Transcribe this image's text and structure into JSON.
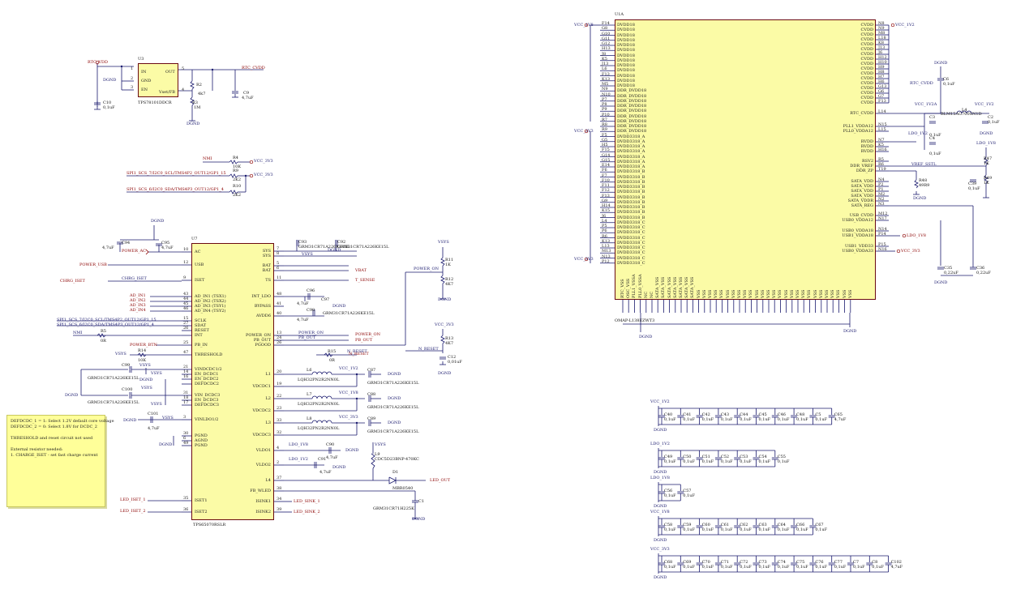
{
  "u3": {
    "ref": "U3",
    "part": "TPS78101DDCR",
    "pin_in": "IN",
    "pin_gnd": "GND",
    "pin_en": "EN",
    "pin_out": "OUT",
    "pin_vset": "Vset/FB",
    "pin_n1": "1",
    "pin_n2": "2",
    "pin_n3": "3",
    "pin_n4": "4",
    "pin_n5": "5",
    "net_rtc_vdd": "RTC_VDD",
    "net_rtc_cvdd": "RTC_CVDD",
    "dgnd": "DGND",
    "r2": "R2",
    "r2v": "4k7",
    "r3": "R3",
    "r3v": "1M",
    "c9": "C9",
    "c9v": "4,7uF",
    "c10": "C10",
    "c10v": "0,1uF"
  },
  "pullups": {
    "nmi": "NMI",
    "r4": "R4",
    "r4v": "10K",
    "vcc": "VCC_3V3",
    "scl": "SPI1_SCS_7/I2C0_SCL/TMS4P2_OUT12/GP1_15",
    "r9": "R9",
    "r9v": "2K2",
    "sda": "SPI1_SCS_6/I2C0_SDA/TMS4P3_OUT12/GP1_4",
    "r10": "R10",
    "r10v": "2K2"
  },
  "u7": {
    "ref": "U7",
    "part": "TPS65070RSLR",
    "left_pins": [
      {
        "n": "10",
        "l": "AC"
      },
      {
        "n": "12",
        "l": "USB"
      },
      {
        "n": "9",
        "l": "ISET"
      },
      {
        "n": "43",
        "l": "AD_IN1 (TSX1)"
      },
      {
        "n": "44",
        "l": "AD_IN2 (TSX2)"
      },
      {
        "n": "45",
        "l": "AD_IN3 (TSY1)"
      },
      {
        "n": "46",
        "l": "AD_IN4 (TSY2)"
      },
      {
        "n": "15",
        "l": "SCLK"
      },
      {
        "n": "27",
        "l": "SDAT"
      },
      {
        "n": "26",
        "l": "RESET"
      },
      {
        "n": "",
        "l": "INT"
      },
      {
        "n": "25",
        "l": "PB_IN"
      },
      {
        "n": "47",
        "l": "THRESHOLD"
      },
      {
        "n": "21",
        "l": "VINDCDC1/2"
      },
      {
        "n": "14",
        "l": "EN_DCDC1"
      },
      {
        "n": "16",
        "l": "EN_DCDC2"
      },
      {
        "n": "",
        "l": "DEFDCDC2"
      },
      {
        "n": "31",
        "l": "VIN_DCDC3"
      },
      {
        "n": "18",
        "l": "EN_DCDC3"
      },
      {
        "n": "17",
        "l": "DEFDCDC3"
      },
      {
        "n": "3",
        "l": "VINLDO1/2"
      },
      {
        "n": "30",
        "l": "PGND"
      },
      {
        "n": "6",
        "l": "AGND"
      },
      {
        "n": "49",
        "l": "PGND"
      },
      {
        "n": "35",
        "l": "ISET1"
      },
      {
        "n": "36",
        "l": "ISET2"
      }
    ],
    "right_pins": [
      {
        "n": "7",
        "l": "SYS"
      },
      {
        "n": "8",
        "l": "SYS"
      },
      {
        "n": "5",
        "l": "BAT"
      },
      {
        "n": "6",
        "l": "BAT"
      },
      {
        "n": "11",
        "l": "TS"
      },
      {
        "n": "48",
        "l": "INT_LDO"
      },
      {
        "n": "41",
        "l": "BYPASS"
      },
      {
        "n": "40",
        "l": "AVDD6"
      },
      {
        "n": "13",
        "l": "POWER_ON"
      },
      {
        "n": "24",
        "l": "PB_OUT"
      },
      {
        "n": "26",
        "l": "PGOOD"
      },
      {
        "n": "20",
        "l": "L1"
      },
      {
        "n": "19",
        "l": "VDCDC1"
      },
      {
        "n": "22",
        "l": "L2"
      },
      {
        "n": "23",
        "l": "VDCDC2"
      },
      {
        "n": "33",
        "l": "L3"
      },
      {
        "n": "32",
        "l": "VDCDC3"
      },
      {
        "n": "4",
        "l": "VLDO1"
      },
      {
        "n": "2",
        "l": "VLDO2"
      },
      {
        "n": "37",
        "l": "L4"
      },
      {
        "n": "38",
        "l": "FB_WLED"
      },
      {
        "n": "34",
        "l": "ISINK1"
      },
      {
        "n": "39",
        "l": "ISINK2"
      }
    ],
    "nets_left": [
      "POWER_AC",
      "POWER_USB",
      "CHRG_ISET",
      "AD_IN1",
      "AD_IN2",
      "AD_IN3",
      "AD_IN4",
      "NMI",
      "POWER_BTN",
      "VSYS",
      "LED_ISET_1",
      "LED_ISET_2"
    ],
    "nets_right": [
      "VSYS",
      "VBAT",
      "T_SENSE",
      "POWER_ON",
      "PB_OUT",
      "N_RESET",
      "VCC_1V2",
      "VCC_1V8",
      "VCC_3V3",
      "LDO_1V8",
      "LDO_1V2",
      "LED_OUT",
      "LED_SINK_1",
      "LED_SINK_2",
      "VSYS"
    ],
    "chrg_iset_label": "CHRG_ISET",
    "scl_label": "SPI1_SCS_7/I2C0_SCL/TMS4P2_OUT12/GP1_15",
    "sda_label": "SPI1_SCS_6/I2C0_SDA/TMS4P3_OUT12/GP1_4",
    "parts": {
      "c94": "C94",
      "c94v": "4,7uF",
      "c95": "C95",
      "c95v": "4,7uF",
      "c93": "C93",
      "c92": "C92",
      "grm": "GRM31CR71A226KE15L",
      "c96": "C96",
      "c96v": "4,7uF",
      "c97": "C97",
      "c98": "C98",
      "c98v": "4,7uF",
      "r5": "R5",
      "r5v": "0R",
      "r14": "R14",
      "r14v": "10K",
      "c99": "C99",
      "c100": "C100",
      "c101": "C101",
      "c101v": "4,7uF",
      "r11": "R11",
      "r11v": "1K",
      "r12": "R12",
      "r12v": "4K7",
      "r13": "R13",
      "r13v": "4K7",
      "r15": "R15",
      "r15v": "0R",
      "c12": "C12",
      "c12v": "0,01uF",
      "l6": "L6",
      "l7": "L7",
      "l8": "L8",
      "lpart": "LQH32PN2R2NN0L",
      "c87": "C87",
      "c88": "C88",
      "c89": "C89",
      "c90": "C90",
      "c90v": "4,7uF",
      "c91": "C91",
      "c91v": "4,7uF",
      "l9": "L9",
      "l9p": "CDC5D23BNP-470KC",
      "d1": "D1",
      "d1p": "MBR0540",
      "c1": "C1",
      "c1p": "GRM31CR71H225K",
      "power_on_wire": "POWER_ON",
      "n_reset_wire": "N_RESET",
      "dgnd": "DGND",
      "vsys": "VSYS"
    }
  },
  "note": {
    "lines": [
      "DEFDCDC_1 = 1: Select 1.2V default core voltage",
      "DEFDCDC_2 = 0: Select 1.8V for DCDC_2",
      "",
      "THRESHOLD and reset circuit not used",
      "",
      "External resistor needed:",
      "1. CHARGE_ISET - set fast charge current"
    ]
  },
  "u1": {
    "ref": "U1A",
    "part": "OMAP-L138EZWT3",
    "left_pins": [
      {
        "n": "F14",
        "l": "DVDD18"
      },
      {
        "n": "G8",
        "l": "DVDD18"
      },
      {
        "n": "G10",
        "l": "DVDD18"
      },
      {
        "n": "G11",
        "l": "DVDD18"
      },
      {
        "n": "G12",
        "l": "DVDD18"
      },
      {
        "n": "H13",
        "l": "DVDD18"
      },
      {
        "n": "J8",
        "l": "DVDD18"
      },
      {
        "n": "K5",
        "l": "DVDD18"
      },
      {
        "n": "J13",
        "l": "DVDD18"
      },
      {
        "n": "L6",
        "l": "DVDD18"
      },
      {
        "n": "F13",
        "l": "DVDD18"
      },
      {
        "n": "K13",
        "l": "DVDD18"
      },
      {
        "n": "M5",
        "l": "DVDD18"
      },
      {
        "n": "N9",
        "l": "DDR_DVDD18"
      },
      {
        "n": "N10",
        "l": "DDR_DVDD18"
      },
      {
        "n": "P7",
        "l": "DDR_DVDD18"
      },
      {
        "n": "P8",
        "l": "DDR_DVDD18"
      },
      {
        "n": "P9",
        "l": "DDR_DVDD18"
      },
      {
        "n": "P10",
        "l": "DDR_DVDD18"
      },
      {
        "n": "R7",
        "l": "DDR_DVDD18"
      },
      {
        "n": "R8",
        "l": "DDR_DVDD18"
      },
      {
        "n": "R9",
        "l": "DDR_DVDD18"
      },
      {
        "n": "F5",
        "l": "DVDD3318_A"
      },
      {
        "n": "G5",
        "l": "DVDD3318_A"
      },
      {
        "n": "H5",
        "l": "DVDD3318_A"
      },
      {
        "n": "F15",
        "l": "DVDD3318_A"
      },
      {
        "n": "G14",
        "l": "DVDD3318_A"
      },
      {
        "n": "G15",
        "l": "DVDD3318_A"
      },
      {
        "n": "E14",
        "l": "DVDD3318_A"
      },
      {
        "n": "F6",
        "l": "DVDD3318_B"
      },
      {
        "n": "F7",
        "l": "DVDD3318_B"
      },
      {
        "n": "F10",
        "l": "DVDD3318_B"
      },
      {
        "n": "F11",
        "l": "DVDD3318_B"
      },
      {
        "n": "F12",
        "l": "DVDD3318_B"
      },
      {
        "n": "F13",
        "l": "DVDD3318_B"
      },
      {
        "n": "G9",
        "l": "DVDD3318_B"
      },
      {
        "n": "H14",
        "l": "DVDD3318_B"
      },
      {
        "n": "K15",
        "l": "DVDD3318_B"
      },
      {
        "n": "J6",
        "l": "DVDD3318_B"
      },
      {
        "n": "L4",
        "l": "DVDD3318_C"
      },
      {
        "n": "P5",
        "l": "DVDD3318_C"
      },
      {
        "n": "P6",
        "l": "DVDD3318_C"
      },
      {
        "n": "R6",
        "l": "DVDD3318_C"
      },
      {
        "n": "K13",
        "l": "DVDD3318_C"
      },
      {
        "n": "L13",
        "l": "DVDD3318_C"
      },
      {
        "n": "M13",
        "l": "DVDD3318_C"
      },
      {
        "n": "N13",
        "l": "DVDD3318_C"
      },
      {
        "n": "P12",
        "l": "DVDD3318_C"
      }
    ],
    "right_pins": [
      {
        "n": "N8",
        "l": "CVDD"
      },
      {
        "n": "N9",
        "l": "CVDD"
      },
      {
        "n": "M8",
        "l": "CVDD"
      },
      {
        "n": "L18",
        "l": "CVDD"
      },
      {
        "n": "K8",
        "l": "CVDD"
      },
      {
        "n": "J13",
        "l": "CVDD"
      },
      {
        "n": "J6",
        "l": "CVDD"
      },
      {
        "n": "H12",
        "l": "CVDD"
      },
      {
        "n": "H10",
        "l": "CVDD"
      },
      {
        "n": "H9",
        "l": "CVDD"
      },
      {
        "n": "H8",
        "l": "CVDD"
      },
      {
        "n": "H7",
        "l": "CVDD"
      },
      {
        "n": "H6",
        "l": "CVDD"
      },
      {
        "n": "G13",
        "l": "CVDD"
      },
      {
        "n": "G6",
        "l": "CVDD"
      },
      {
        "n": "G7",
        "l": "CVDD"
      },
      {
        "n": "F13",
        "l": "CVDD"
      },
      {
        "n": "L14",
        "l": "RTC_CVDD"
      },
      {
        "n": "N15",
        "l": "PLL1_VDDA12"
      },
      {
        "n": "L15",
        "l": "PLL0_VDDA12"
      },
      {
        "n": "N7",
        "l": "RVDD"
      },
      {
        "n": "K5",
        "l": "RVDD"
      },
      {
        "n": "H16",
        "l": "RVDD"
      },
      {
        "n": "R5",
        "l": "RSV2"
      },
      {
        "n": "R6",
        "l": "DDR_VREF"
      },
      {
        "n": "T19",
        "l": "DDR_ZP"
      },
      {
        "n": "N4",
        "l": "SATA_VDD"
      },
      {
        "n": "P2",
        "l": "SATA_VDD"
      },
      {
        "n": "P1",
        "l": "SATA_VDD"
      },
      {
        "n": "M2",
        "l": "SATA_VDD"
      },
      {
        "n": "N2",
        "l": "SATA_VDDR"
      },
      {
        "n": "N3",
        "l": "SATA_REG"
      },
      {
        "n": "M12",
        "l": "USB_CVDD"
      },
      {
        "n": "N17",
        "l": "USB0_VDDA12"
      },
      {
        "n": "N14",
        "l": "USB0_VDDA18"
      },
      {
        "n": "P14",
        "l": "USB1_VDDA18"
      },
      {
        "n": "P15",
        "l": "USB1_VDD33"
      },
      {
        "n": "N16",
        "l": "USB0_VDDA33"
      }
    ],
    "bottom_pins": [
      "RTC_VSS",
      "OSC_VSS",
      "PLL1_VSSA",
      "PLL0_VSSA",
      "NC",
      "NC",
      "SATA_VSS",
      "SATA_VSS",
      "SATA_VSS",
      "SATA_VSS",
      "SATA_VSS",
      "SATA_VSS",
      "SATA_VSS",
      "VSS",
      "VSS",
      "VSS",
      "VSS",
      "VSS",
      "VSS",
      "VSS",
      "VSS",
      "VSS",
      "VSS",
      "VSS",
      "VSS",
      "VSS",
      "VSS",
      "VSS",
      "VSS",
      "VSS",
      "VSS",
      "VSS",
      "VSS",
      "VSS",
      "VSS",
      "VSS",
      "VSS",
      "VSS",
      "VSS",
      "VSS"
    ],
    "nets": {
      "vcc_1v8": "VCC_1V8",
      "vcc_3v3": "VCC_3V3",
      "vcc_1v2": "VCC_1V2",
      "rtc_cvdd": "RTC_CVDD",
      "vcc_1v2a": "VCC_1V2A",
      "ldo_1v2": "LDO_1V2",
      "ldo_1v8": "LDO_1V8",
      "vref_sstl": "VREF_SSTL",
      "dgnd": "DGND"
    },
    "parts": {
      "c6": "C6",
      "c6v": "0,1uF",
      "l4": "L4",
      "l4p": "BLM15AG700SN1D",
      "c2": "C2",
      "c2v": "0,1uF",
      "c3": "C3",
      "c3v": "0,1uF",
      "c4": "C4",
      "c4v": "0,1uF",
      "r47": "R47",
      "r47v": "1K",
      "r48": "R48",
      "r48v": "49R9",
      "r49": "R49",
      "r49v": "1K",
      "c39": "C39",
      "c39v": "0,1uF",
      "c35": "C35",
      "c35v": "0,22uF",
      "c36": "C36",
      "c36v": "0,22uF"
    }
  },
  "decoupling": [
    {
      "rail": "VCC_1V2",
      "caps": [
        {
          "r": "C40",
          "v": "0,1uF"
        },
        {
          "r": "C41",
          "v": "0,1uF"
        },
        {
          "r": "C42",
          "v": "0,1uF"
        },
        {
          "r": "C43",
          "v": "0,1uF"
        },
        {
          "r": "C44",
          "v": "0,1uF"
        },
        {
          "r": "C45",
          "v": "0,1uF"
        },
        {
          "r": "C46",
          "v": "0,1uF"
        },
        {
          "r": "C48",
          "v": "0,1uF"
        },
        {
          "r": "C5",
          "v": "0,1uF"
        },
        {
          "r": "C65",
          "v": "4,7uF"
        }
      ]
    },
    {
      "rail": "LDO_1V2",
      "caps": [
        {
          "r": "C49",
          "v": "0,1uF"
        },
        {
          "r": "C50",
          "v": "0,1uF"
        },
        {
          "r": "C51",
          "v": "0,1uF"
        },
        {
          "r": "C52",
          "v": "0,1uF"
        },
        {
          "r": "C53",
          "v": "0,1uF"
        },
        {
          "r": "C54",
          "v": "0,1uF"
        },
        {
          "r": "C55",
          "v": "0,1uF"
        }
      ]
    },
    {
      "rail": "LDO_1V8",
      "caps": [
        {
          "r": "C56",
          "v": "0,1uF"
        },
        {
          "r": "C57",
          "v": "0,1uF"
        }
      ]
    },
    {
      "rail": "VCC_1V8",
      "caps": [
        {
          "r": "C58",
          "v": "0,1uF"
        },
        {
          "r": "C59",
          "v": "0,1uF"
        },
        {
          "r": "C60",
          "v": "0,1uF"
        },
        {
          "r": "C61",
          "v": "0,1uF"
        },
        {
          "r": "C62",
          "v": "0,1uF"
        },
        {
          "r": "C63",
          "v": "0,1uF"
        },
        {
          "r": "C64",
          "v": "0,1uF"
        },
        {
          "r": "C66",
          "v": "0,1uF"
        },
        {
          "r": "C67",
          "v": "0,1uF"
        }
      ]
    },
    {
      "rail": "VCC_3V3",
      "caps": [
        {
          "r": "C68",
          "v": "0,1uF"
        },
        {
          "r": "C69",
          "v": "0,1uF"
        },
        {
          "r": "C70",
          "v": "0,1uF"
        },
        {
          "r": "C71",
          "v": "0,1uF"
        },
        {
          "r": "C72",
          "v": "0,1uF"
        },
        {
          "r": "C73",
          "v": "0,1uF"
        },
        {
          "r": "C74",
          "v": "0,1uF"
        },
        {
          "r": "C75",
          "v": "0,1uF"
        },
        {
          "r": "C76",
          "v": "0,1uF"
        },
        {
          "r": "C77",
          "v": "0,1uF"
        },
        {
          "r": "C7",
          "v": "0,1uF"
        },
        {
          "r": "C8",
          "v": "0,1uF"
        },
        {
          "r": "C102",
          "v": "4,7uF"
        }
      ]
    }
  ],
  "dgnd_label": "DGND",
  "colors": {
    "ic_fill": "#fbfba6",
    "ic_border": "#6b0b12",
    "wire": "#1a1a6e",
    "net": "#8b0000",
    "note": "#ffff99"
  }
}
